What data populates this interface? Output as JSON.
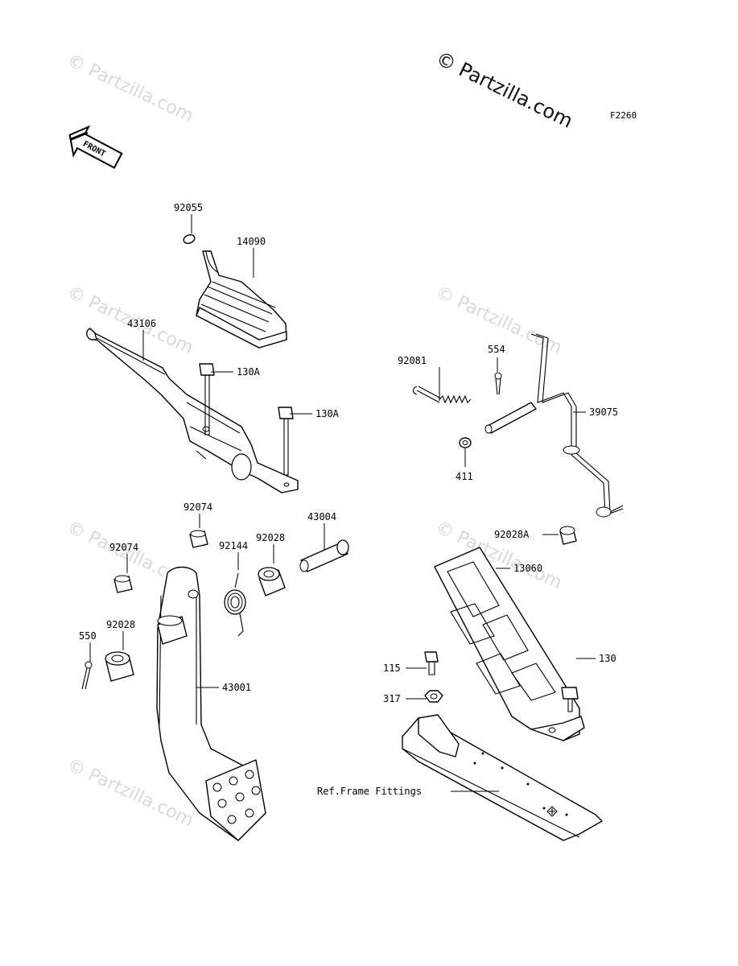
{
  "diagram_code": "F2260",
  "copyright": "© Partzilla.com",
  "watermark": "© Partzilla.com",
  "front_indicator": "FRONT",
  "labels": {
    "p92055": "92055",
    "p14090": "14090",
    "p43106": "43106",
    "p130A_1": "130A",
    "p130A_2": "130A",
    "p92081": "92081",
    "p554": "554",
    "p39075": "39075",
    "p411": "411",
    "p92074_1": "92074",
    "p92074_2": "92074",
    "p92144": "92144",
    "p92028_1": "92028",
    "p43004": "43004",
    "p92028A": "92028A",
    "p13060": "13060",
    "p550": "550",
    "p92028_2": "92028",
    "p43001": "43001",
    "p115": "115",
    "p130": "130",
    "p317": "317",
    "ref_frame": "Ref.Frame Fittings"
  }
}
